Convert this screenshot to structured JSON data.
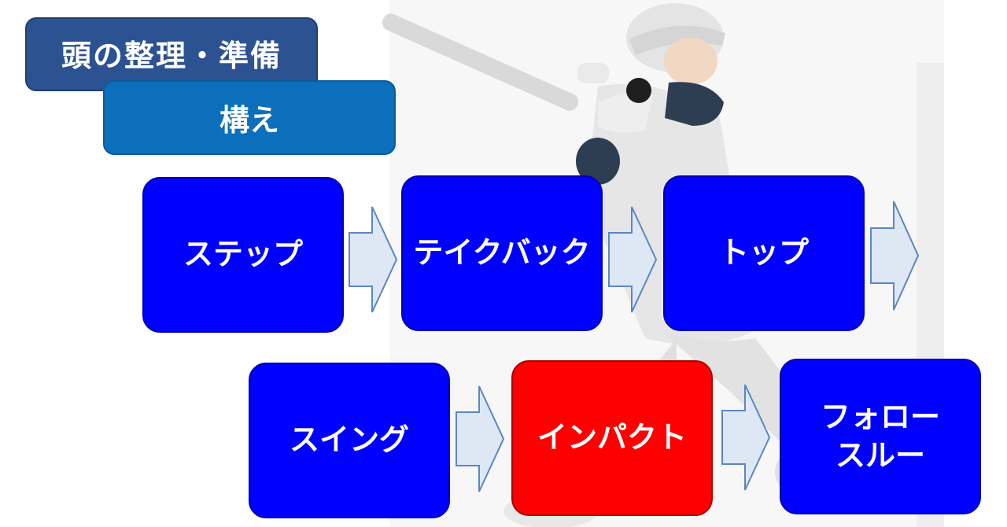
{
  "header": {
    "preparation_label": "頭の整理・準備",
    "stance_label": "構え"
  },
  "flow": {
    "row1": [
      {
        "label": "ステップ"
      },
      {
        "label": "テイクバック"
      },
      {
        "label": "トップ"
      }
    ],
    "row2": [
      {
        "label": "スイング"
      },
      {
        "label": "インパクト",
        "highlight": true
      },
      {
        "label_line1": "フォロー",
        "label_line2": "スルー"
      }
    ]
  },
  "colors": {
    "step_fill": "#0000ff",
    "highlight_fill": "#ff0000",
    "header_prep": "#2d5291",
    "header_stance": "#0c6fbb",
    "arrow_fill": "#dde8f4",
    "arrow_stroke": "#5b86c4"
  },
  "illustration": "baseball-batter-silhouette"
}
